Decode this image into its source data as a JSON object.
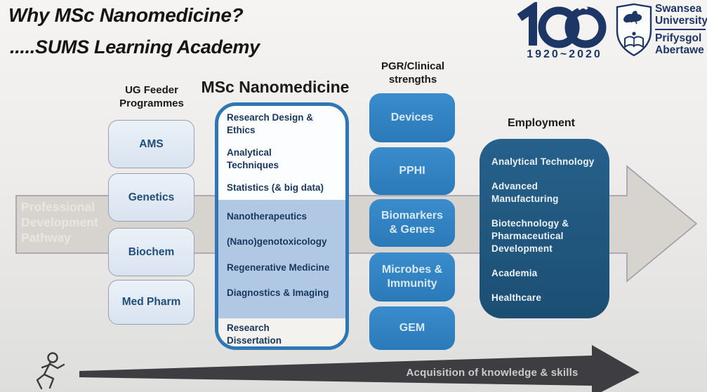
{
  "slide": {
    "title": "Why MSc Nanomedicine?",
    "subtitle": ".....SUMS Learning Academy"
  },
  "logo": {
    "centenary_number": "100",
    "centenary_years": "1920~2020",
    "name_en": "Swansea University",
    "name_cy": "Prifysgol Abertawe"
  },
  "columns": {
    "feeder": {
      "header": "UG Feeder Programmes",
      "items": [
        "AMS",
        "Genetics",
        "Biochem",
        "Med Pharm"
      ]
    },
    "msc": {
      "header": "MSc Nanomedicine",
      "top_modules": [
        "Research Design & Ethics",
        "Analytical Techniques",
        "Statistics (& big data)"
      ],
      "mid_modules": [
        "Nanotherapeutics",
        "(Nano)genotoxicology",
        "Regenerative Medicine",
        "Diagnostics & Imaging"
      ],
      "bottom_modules": [
        "Research Dissertation"
      ]
    },
    "pgr": {
      "header": "PGR/Clinical strengths",
      "items": [
        "Devices",
        "PPHI",
        "Biomarkers & Genes",
        "Microbes & Immunity",
        "GEM"
      ]
    },
    "employment": {
      "header": "Employment",
      "items": [
        "Analytical Technology",
        "Advanced Manufacturing",
        "Biotechnology & Pharmaceutical Development",
        "Academia",
        "Healthcare"
      ]
    }
  },
  "arrows": {
    "pathway_label": "Professional Development Pathway",
    "skills_label": "Acquisition of knowledge & skills"
  },
  "colors": {
    "brand_navy": "#1d3666",
    "feeder_fill": "#dce6f2",
    "feeder_text": "#1f4e79",
    "msc_border": "#2f76b5",
    "msc_band_fill": "#b1c8e4",
    "msc_text": "#17375e",
    "pgr_fill": "#2e80c1",
    "pgr_text": "#d8e8f6",
    "employment_fill": "#20567c",
    "employment_text": "#ecf2f9",
    "pathway_arrow_fill": "#d7d4cf",
    "skills_arrow_fill": "#3e3e42"
  }
}
